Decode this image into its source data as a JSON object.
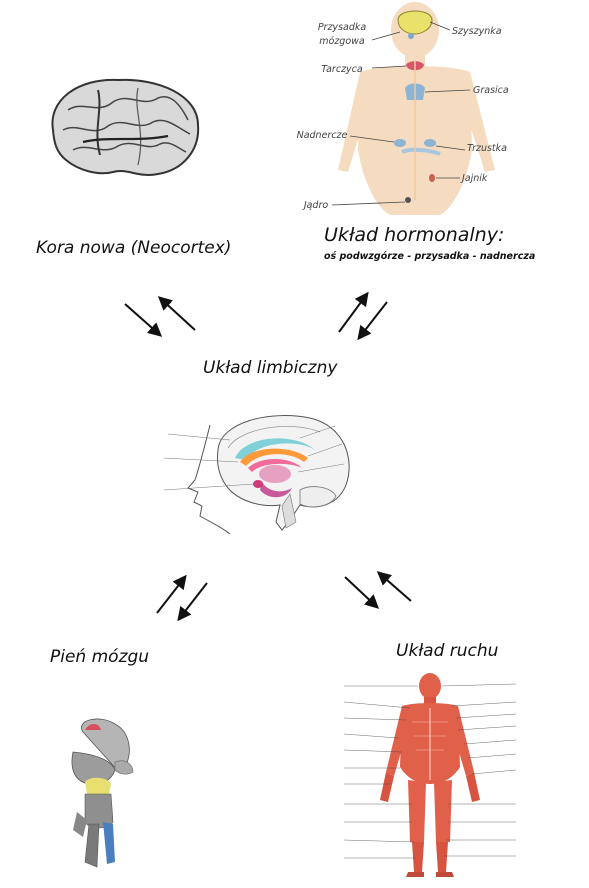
{
  "labels": {
    "neocortex": "Kora nowa (Neocortex)",
    "hormonal_title": "Układ hormonalny:",
    "hormonal_axis": "oś podwzgórze - przysadka - nadnercza",
    "limbic": "Układ limbiczny",
    "brainstem": "Pień mózgu",
    "motor": "Układ ruchu"
  },
  "endocrine_labels": {
    "pituitary_line1": "Przysadka",
    "pituitary_line2": "mózgowa",
    "pineal": "Szyszynka",
    "thyroid": "Tarczyca",
    "thymus": "Grasica",
    "adrenal": "Nadnercze",
    "pancreas": "Trzustka",
    "ovary": "Jajnik",
    "testis": "Jądro"
  },
  "colors": {
    "text": "#111111",
    "arrow": "#111111",
    "skin": "#f5dcc0",
    "gland": "#8eb4d4",
    "muscle": "#e0604a",
    "brain_gray": "#9a9a9a"
  },
  "icons": [
    "neocortex-brain-icon",
    "endocrine-body-icon",
    "limbic-system-icon",
    "brainstem-icon",
    "muscle-body-icon"
  ]
}
